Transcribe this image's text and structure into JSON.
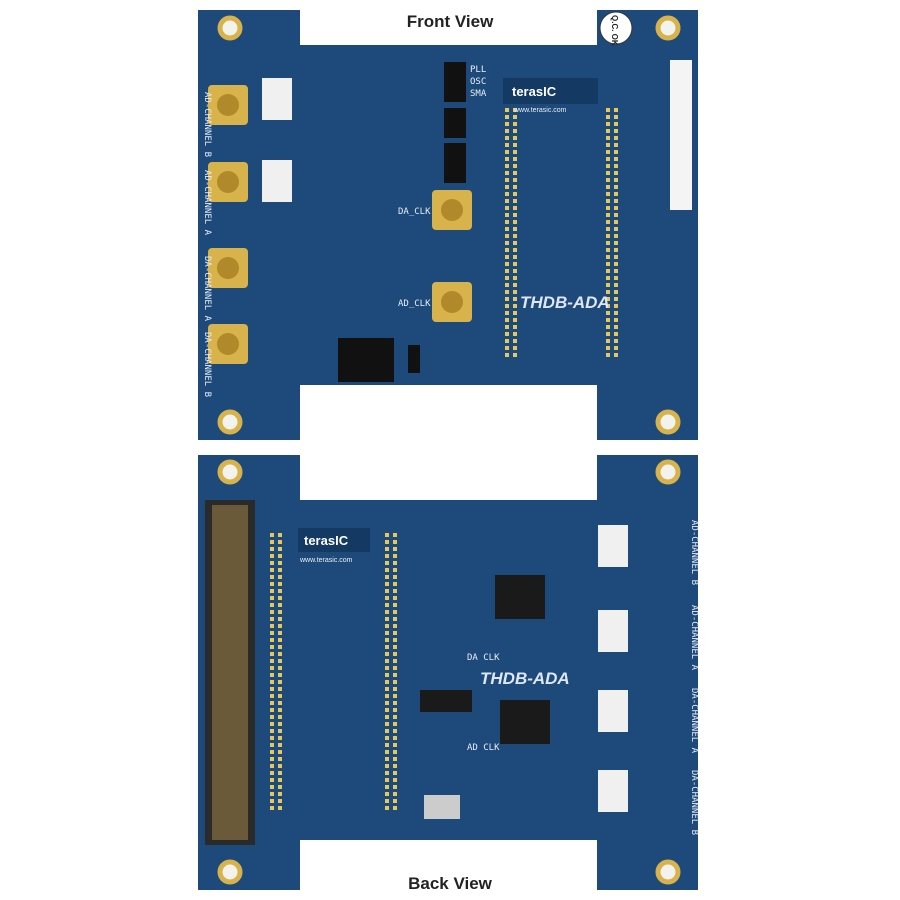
{
  "labels": {
    "front": "Front View",
    "back": "Back View"
  },
  "front_board": {
    "brand": "terasIC",
    "website": "www.terasic.com",
    "model": "THDB-ADA",
    "connectors": [
      "AD-CHANNEL B",
      "AD-CHANNEL A",
      "DA-CHANNEL A",
      "DA-CHANNEL B"
    ],
    "clock_labels": [
      "DA_CLK",
      "AD_CLK"
    ],
    "jumper_labels": [
      "PLL",
      "OSC",
      "SMA"
    ],
    "qc_sticker": "Q.C. OK"
  },
  "back_board": {
    "brand": "terasIC",
    "website": "www.terasic.com",
    "model": "THDB-ADA",
    "connectors": [
      "AD-CHANNEL B",
      "AD-CHANNEL A",
      "DA-CHANNEL A",
      "DA-CHANNEL B"
    ],
    "clock_labels": [
      "DA CLK",
      "AD CLK"
    ]
  },
  "colors": {
    "pcb": "#1d4a7a",
    "pcb_dark": "#143a63",
    "gold": "#d8b24a",
    "chip": "#1a1a1a"
  }
}
